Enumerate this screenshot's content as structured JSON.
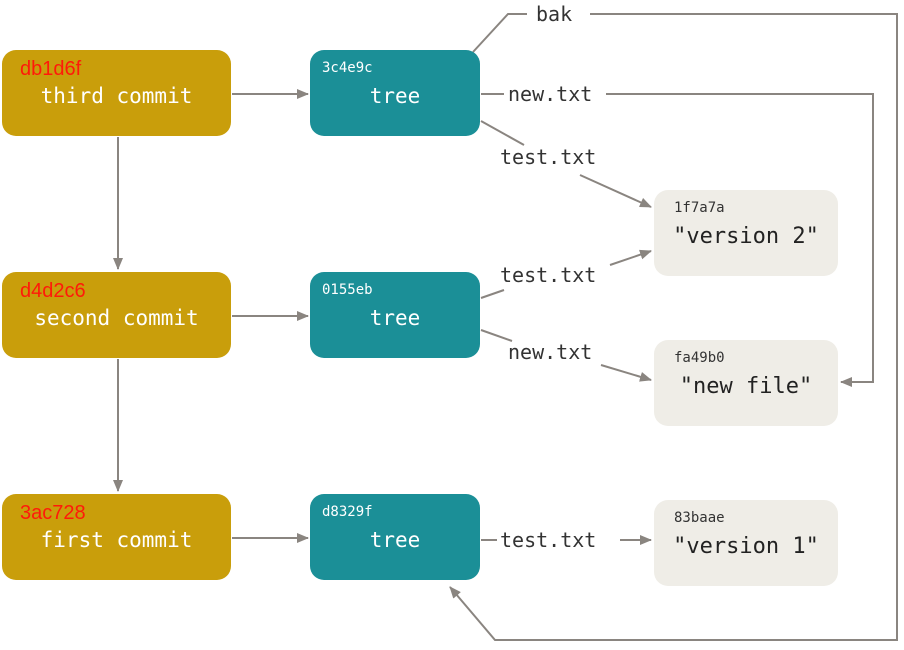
{
  "commits": [
    {
      "hash": "db1d6f",
      "label": "third commit"
    },
    {
      "hash": "d4d2c6",
      "label": "second commit"
    },
    {
      "hash": "3ac728",
      "label": "first commit"
    }
  ],
  "trees": [
    {
      "hash": "3c4e9c",
      "label": "tree"
    },
    {
      "hash": "0155eb",
      "label": "tree"
    },
    {
      "hash": "d8329f",
      "label": "tree"
    }
  ],
  "blobs": [
    {
      "hash": "1f7a7a",
      "label": "\"version 2\""
    },
    {
      "hash": "fa49b0",
      "label": "\"new file\""
    },
    {
      "hash": "83baae",
      "label": "\"version 1\""
    }
  ],
  "edge_labels": {
    "bak": "bak",
    "t1_new": "new.txt",
    "t1_test": "test.txt",
    "t2_test": "test.txt",
    "t2_new": "new.txt",
    "t3_test": "test.txt"
  },
  "colors": {
    "commit": "#c99e0b",
    "tree": "#1b8f97",
    "blob": "#efede7",
    "arrow": "#8a8580",
    "hash_red": "#ff1a0a"
  }
}
